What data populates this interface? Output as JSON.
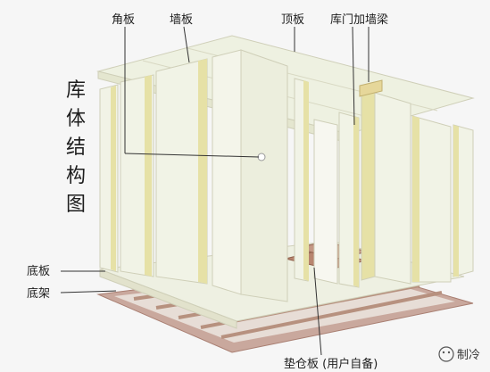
{
  "title": "库体结构图",
  "labels": {
    "corner_panel": "角板",
    "wall_panel": "墙板",
    "roof_panel": "顶板",
    "door_beam": "库门加墙梁",
    "floor_panel": "底板",
    "base_frame": "底架",
    "pallet_board": "垫仓板 (用户自备)"
  },
  "watermark": {
    "text": "制冷"
  },
  "colors": {
    "background": "#f6f6f6",
    "panel_face": "#f1f3e6",
    "panel_edge": "#e6e1a6",
    "panel_outline": "#cfcfb8",
    "frame": "#c9a89d",
    "frame_dark": "#a97f72",
    "pallet": "#b8856f",
    "leader_line": "#333333"
  }
}
